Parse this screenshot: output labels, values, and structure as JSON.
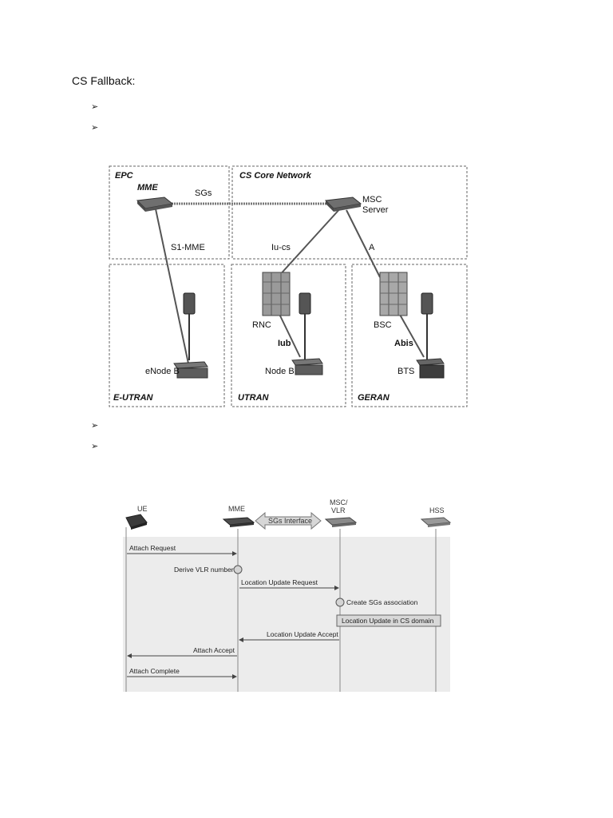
{
  "heading": "CS Fallback:",
  "bullet_glyph": "➢",
  "arch": {
    "regions": {
      "epc": "EPC",
      "cs_core": "CS Core Network",
      "eutran": "E-UTRAN",
      "utran": "UTRAN",
      "geran": "GERAN"
    },
    "nodes": {
      "mme": "MME",
      "msc_line1": "MSC",
      "msc_line2": "Server",
      "rnc": "RNC",
      "bsc": "BSC",
      "enodeb": "eNode B",
      "nodeb": "Node B",
      "bts": "BTS"
    },
    "interfaces": {
      "sgs": "SGs",
      "s1mme": "S1-MME",
      "iucs": "Iu-cs",
      "a": "A",
      "iub": "Iub",
      "abis": "Abis"
    }
  },
  "seq": {
    "entities": {
      "ue": "UE",
      "mme": "MME",
      "msc_line1": "MSC/",
      "msc_line2": "VLR",
      "hss": "HSS"
    },
    "sgs_interface": "SGs Interface",
    "messages": {
      "attach_request": "Attach Request",
      "derive_vlr": "Derive VLR number",
      "location_update_request": "Location Update Request",
      "create_sgs": "Create SGs association",
      "location_update_cs": "Location Update in CS domain",
      "location_update_accept": "Location Update Accept",
      "attach_accept": "Attach Accept",
      "attach_complete": "Attach Complete"
    }
  }
}
